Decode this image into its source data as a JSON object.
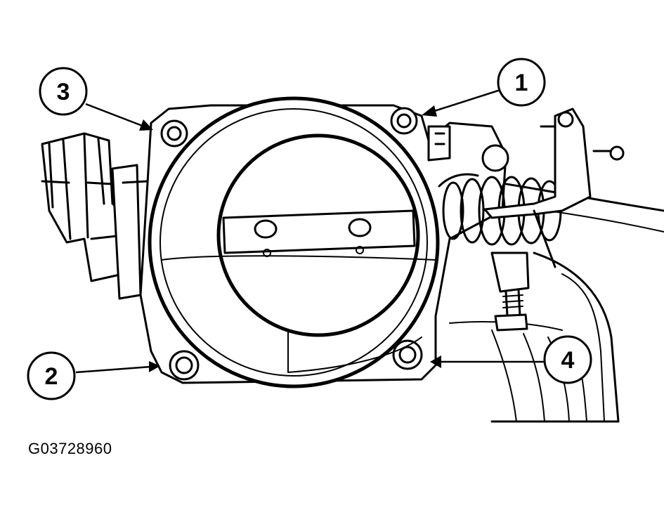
{
  "figure_code": "G03728960",
  "callouts": [
    {
      "id": "1",
      "label": "1"
    },
    {
      "id": "2",
      "label": "2"
    },
    {
      "id": "3",
      "label": "3"
    },
    {
      "id": "4",
      "label": "4"
    }
  ],
  "colors": {
    "ink": "#000000",
    "paper": "#ffffff"
  }
}
